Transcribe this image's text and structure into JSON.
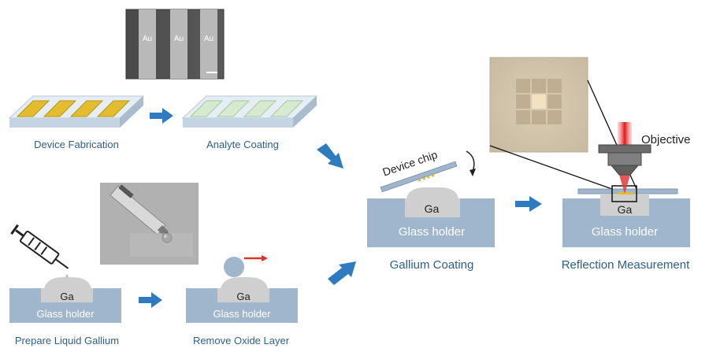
{
  "steps": {
    "device_fabrication": "Device Fabrication",
    "analyte_coating": "Analyte Coating",
    "prepare_liquid_gallium": "Prepare Liquid Gallium",
    "remove_oxide_layer": "Remove Oxide Layer",
    "gallium_coating": "Gallium Coating",
    "reflection_measurement": "Reflection Measurement"
  },
  "labels": {
    "au": "Au",
    "ga": "Ga",
    "glass_holder": "Glass holder",
    "device_chip": "Device chip",
    "objective": "Objective"
  },
  "colors": {
    "caption": "#2d5f8a",
    "arrow": "#2e7bc0",
    "glass_holder": "#9fb6cc",
    "gallium": "#cfcfcf",
    "gold": "#e3bd2e",
    "analyte": "#cfe6c6",
    "laser": "#e23a3a"
  }
}
